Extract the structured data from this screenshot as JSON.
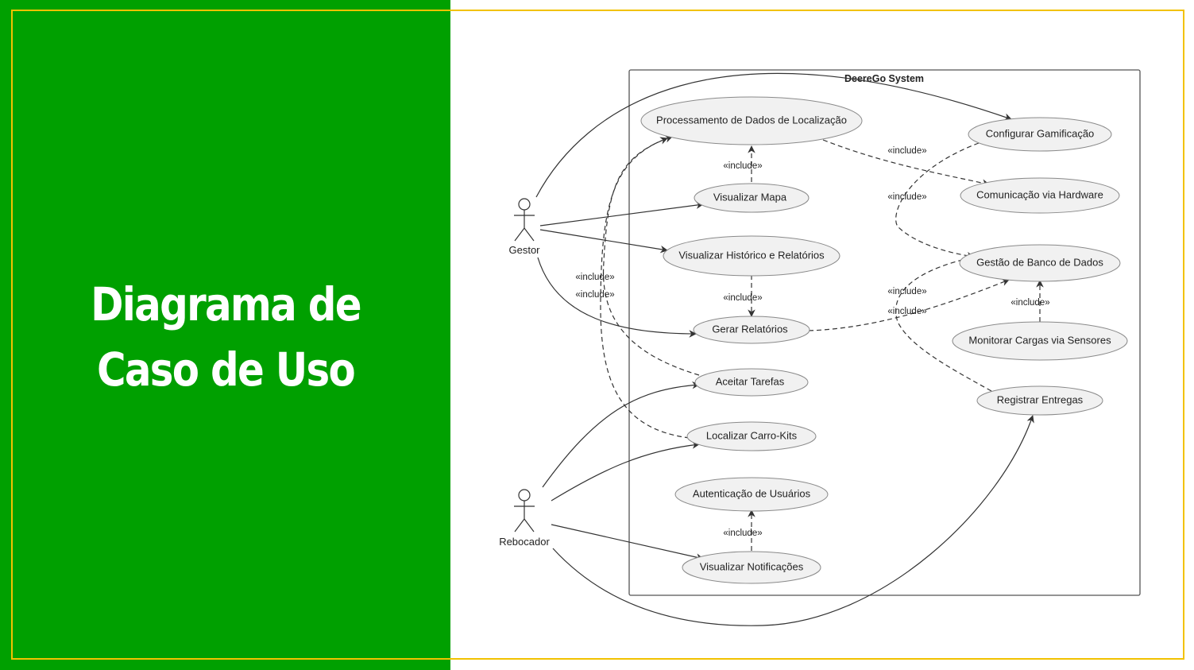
{
  "slide": {
    "title_line1": "Diagrama de",
    "title_line2": "Caso de Uso"
  },
  "colors": {
    "green": "#00A000",
    "gold": "#F2C200"
  },
  "diagram": {
    "system_name": "DeereGo System",
    "actors": {
      "gestor": "Gestor",
      "rebocador": "Rebocador"
    },
    "use_cases": {
      "processamento": "Processamento de Dados de Localização",
      "mapa": "Visualizar Mapa",
      "historico": "Visualizar Histórico e Relatórios",
      "gerar": "Gerar Relatórios",
      "aceitar": "Aceitar Tarefas",
      "localizar": "Localizar Carro-Kits",
      "autenticacao": "Autenticação de Usuários",
      "notificacoes": "Visualizar Notificações",
      "gamificacao": "Configurar Gamificação",
      "hardware": "Comunicação via Hardware",
      "banco": "Gestão de Banco de Dados",
      "monitorar": "Monitorar Cargas via Sensores",
      "entregas": "Registrar Entregas"
    },
    "include_label": "«include»"
  }
}
